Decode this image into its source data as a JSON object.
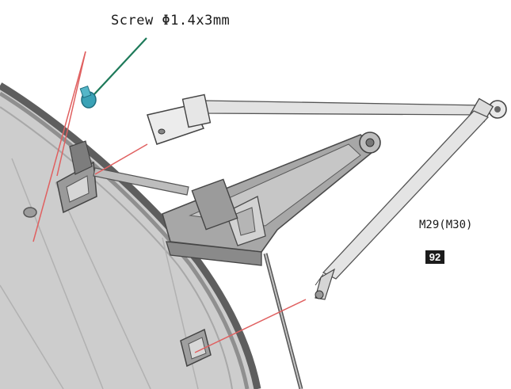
{
  "annotations": {
    "screw_label": "Screw Φ1.4x3mm",
    "part_label": "M29(M30)",
    "part_number": "92"
  },
  "colors": {
    "screw": "#3aa2b6",
    "leader_green": "#1e7a5a",
    "guide_red": "#e06060",
    "dish_face": "#c9c9c9",
    "dish_rim": "#6b6b6b",
    "part_outline": "#444444"
  },
  "icons": {
    "screw": "screw-icon"
  }
}
